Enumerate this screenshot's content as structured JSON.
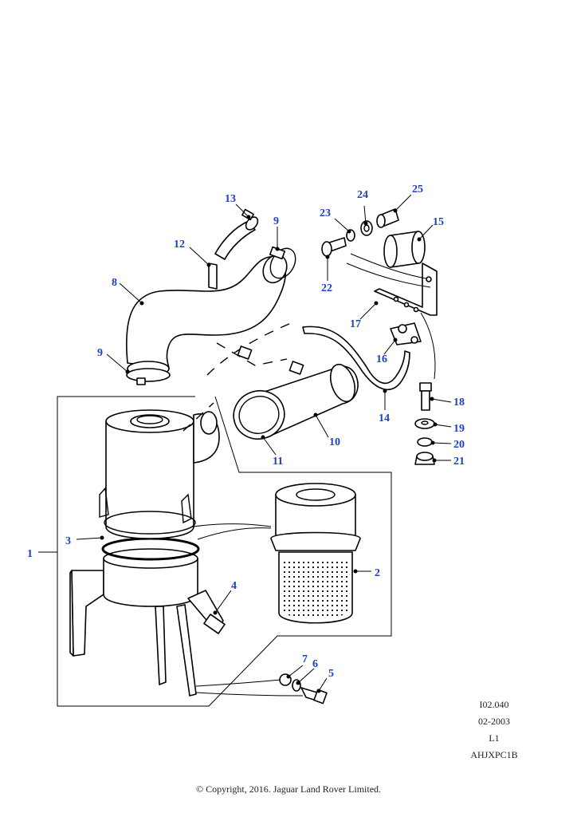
{
  "diagram": {
    "callouts": [
      {
        "id": "c1",
        "label": "1"
      },
      {
        "id": "c2",
        "label": "2"
      },
      {
        "id": "c3",
        "label": "3"
      },
      {
        "id": "c4",
        "label": "4"
      },
      {
        "id": "c5",
        "label": "5"
      },
      {
        "id": "c6",
        "label": "6"
      },
      {
        "id": "c7",
        "label": "7"
      },
      {
        "id": "c8",
        "label": "8"
      },
      {
        "id": "c9a",
        "label": "9"
      },
      {
        "id": "c9b",
        "label": "9"
      },
      {
        "id": "c10",
        "label": "10"
      },
      {
        "id": "c11",
        "label": "11"
      },
      {
        "id": "c12",
        "label": "12"
      },
      {
        "id": "c13",
        "label": "13"
      },
      {
        "id": "c14",
        "label": "14"
      },
      {
        "id": "c15",
        "label": "15"
      },
      {
        "id": "c16",
        "label": "16"
      },
      {
        "id": "c17",
        "label": "17"
      },
      {
        "id": "c18",
        "label": "18"
      },
      {
        "id": "c19",
        "label": "19"
      },
      {
        "id": "c20",
        "label": "20"
      },
      {
        "id": "c21",
        "label": "21"
      },
      {
        "id": "c22",
        "label": "22"
      },
      {
        "id": "c23",
        "label": "23"
      },
      {
        "id": "c24",
        "label": "24"
      },
      {
        "id": "c25",
        "label": "25"
      }
    ]
  },
  "meta": {
    "illustration_code": "I02.040",
    "date": "02-2003",
    "level": "L1",
    "reference": "AHJXPC1B"
  },
  "footer": {
    "copyright": "© Copyright, 2016. Jaguar Land Rover Limited."
  }
}
